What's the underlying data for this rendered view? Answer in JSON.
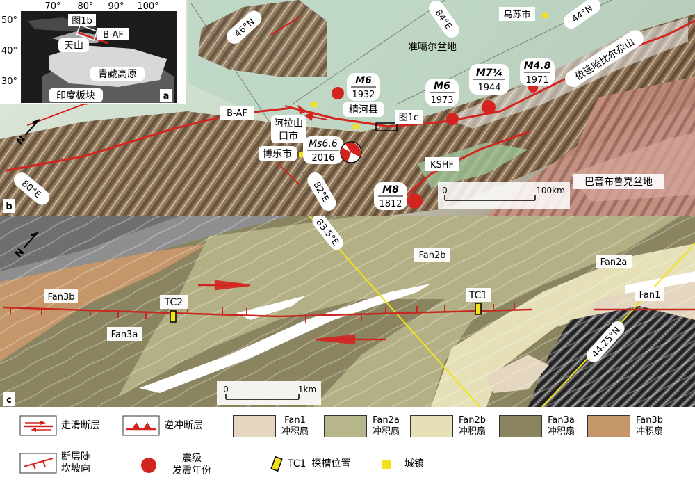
{
  "panel_b": {
    "tag": "b",
    "coords": {
      "lat_46": "46°N",
      "lat_44": "44°N",
      "lon_84": "84°E",
      "lon_82": "82°E",
      "lon_80": "80°E"
    },
    "places": {
      "wusu": "乌苏市",
      "junggar": "准噶尔盆地",
      "range": "依连哈比尔尕山",
      "jinghe": "精河县",
      "alashankou_1": "阿拉山",
      "alashankou_2": "口市",
      "bole": "博乐市",
      "bayanbulak": "巴音布鲁克盆地"
    },
    "faults": {
      "baf": "B-AF",
      "kshf": "KSHF"
    },
    "box_label": "图1c",
    "earthquakes": [
      {
        "mag": "M6",
        "year": "1932"
      },
      {
        "mag": "M6",
        "year": "1973"
      },
      {
        "mag": "M7¼",
        "year": "1944"
      },
      {
        "mag": "M4.8",
        "year": "1971"
      },
      {
        "mag": "Ms6.6",
        "year": "2016"
      },
      {
        "mag": "M8",
        "year": "1812"
      }
    ],
    "scale": {
      "zero": "0",
      "end": "100km"
    },
    "north": "N"
  },
  "panel_a": {
    "tag": "a",
    "lon_labels": [
      "70°",
      "80°",
      "90°",
      "100°"
    ],
    "lat_labels": [
      "50°",
      "40°",
      "30°"
    ],
    "labels": {
      "fig1b": "图1b",
      "baf": "B-AF",
      "tianshan": "天山",
      "tibet": "青藏高原",
      "india": "印度板块"
    }
  },
  "panel_c": {
    "tag": "c",
    "coords": {
      "lon": "83.5°E",
      "lat": "44.25°N"
    },
    "units": {
      "fan3b": "Fan3b",
      "fan3a": "Fan3a",
      "fan2b": "Fan2b",
      "fan2a": "Fan2a",
      "fan1": "Fan1"
    },
    "trenches": {
      "tc1": "TC1",
      "tc2": "TC2"
    },
    "scale": {
      "zero": "0",
      "end": "1km"
    },
    "north": "N"
  },
  "legend": {
    "strike_slip": "走滑断层",
    "thrust": "逆冲断层",
    "scarp_1": "断层陡",
    "scarp_2": "坎坡向",
    "eq_top": "震级",
    "eq_bottom": "发震年份",
    "trench_code": "TC1",
    "trench_text": "探槽位置",
    "town": "城镇",
    "fans": [
      {
        "name": "Fan1",
        "sub": "冲积扇",
        "color": "#e4d6bf"
      },
      {
        "name": "Fan2a",
        "sub": "冲积扇",
        "color": "#b7b58a"
      },
      {
        "name": "Fan2b",
        "sub": "冲积扇",
        "color": "#e6e0b8"
      },
      {
        "name": "Fan3a",
        "sub": "冲积扇",
        "color": "#8b8460"
      },
      {
        "name": "Fan3b",
        "sub": "冲积扇",
        "color": "#c4966a"
      }
    ]
  },
  "colors": {
    "fault": "#d42420",
    "town": "#f2e21a",
    "scarp_line": "#c8281f"
  }
}
